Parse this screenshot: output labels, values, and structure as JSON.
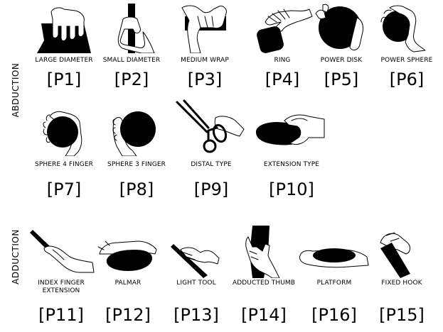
{
  "sections": [
    {
      "label": "ABDUCTION"
    },
    {
      "label": "ADDUCTION"
    }
  ],
  "grasps": [
    {
      "name": "LARGE DIAMETER",
      "code": "[P1]"
    },
    {
      "name": "SMALL DIAMETER",
      "code": "[P2]"
    },
    {
      "name": "MEDIUM WRAP",
      "code": "[P3]"
    },
    {
      "name": "RING",
      "code": "[P4]"
    },
    {
      "name": "POWER DISK",
      "code": "[P5]"
    },
    {
      "name": "POWER SPHERE",
      "code": "[P6]"
    },
    {
      "name": "SPHERE 4 FINGER",
      "code": "[P7]"
    },
    {
      "name": "SPHERE 3 FINGER",
      "code": "[P8]"
    },
    {
      "name": "DISTAL TYPE",
      "code": "[P9]"
    },
    {
      "name": "EXTENSION TYPE",
      "code": "[P10]"
    },
    {
      "name": "INDEX FINGER\nEXTENSION",
      "code": "[P11]"
    },
    {
      "name": "PALMAR",
      "code": "[P12]"
    },
    {
      "name": "LIGHT TOOL",
      "code": "[P13]"
    },
    {
      "name": "ADDUCTED THUMB",
      "code": "[P14]"
    },
    {
      "name": "PLATFORM",
      "code": "[P16]"
    },
    {
      "name": "FIXED HOOK",
      "code": "[P15]"
    }
  ]
}
